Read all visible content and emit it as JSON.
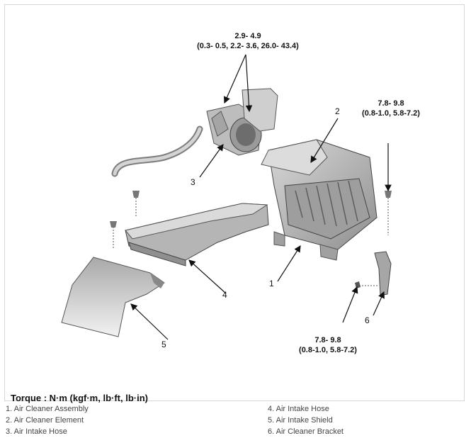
{
  "torque_specs": {
    "top": {
      "value": "2.9- 4.9",
      "alt": "(0.3- 0.5, 2.2- 3.6, 26.0- 43.4)"
    },
    "right": {
      "value": "7.8- 9.8",
      "alt": "(0.8-1.0, 5.8-7.2)"
    },
    "bottom": {
      "value": "7.8- 9.8",
      "alt": "(0.8-1.0, 5.8-7.2)"
    }
  },
  "callouts": {
    "n1": "1",
    "n2": "2",
    "n3": "3",
    "n4": "4",
    "n5": "5",
    "n6": "6"
  },
  "torque_unit_label": "Torque : N·m (kgf·m, lb·ft, lb·in)",
  "legend": {
    "left": [
      "1. Air Cleaner Assembly",
      "2. Air Cleaner Element",
      "3. Air Intake Hose"
    ],
    "right": [
      "4. Air Intake Hose",
      "5. Air Intake Shield",
      "6. Air Cleaner Bracket"
    ]
  },
  "colors": {
    "part_fill": "#c9c9c9",
    "part_dark": "#8c8c8c",
    "part_light": "#e6e6e6",
    "leader": "#111111"
  }
}
